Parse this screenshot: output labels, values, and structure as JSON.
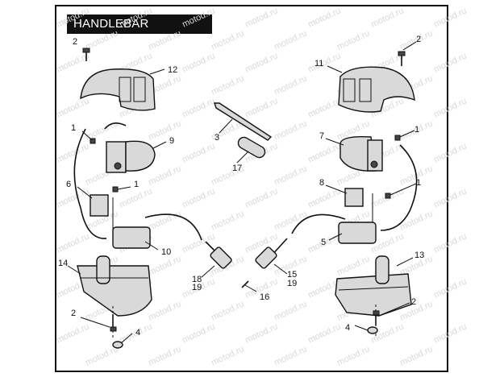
{
  "title": "HANDLEBAR SWITCHES",
  "watermark": "motod.ru",
  "callouts": {
    "c2_tl": "2",
    "c12": "12",
    "c1_l1": "1",
    "c9": "9",
    "c6": "6",
    "c1_l2": "1",
    "c10": "10",
    "c14": "14",
    "c2_bl": "2",
    "c4_bl": "4",
    "c3": "3",
    "c17": "17",
    "c18": "18",
    "c19_l": "19",
    "c16": "16",
    "c15": "15",
    "c19_r": "19",
    "c2_tr": "2",
    "c11": "11",
    "c7": "7",
    "c1_r1": "1",
    "c8": "8",
    "c1_r2": "1",
    "c5": "5",
    "c13": "13",
    "c2_br": "2",
    "c4_br": "4"
  }
}
